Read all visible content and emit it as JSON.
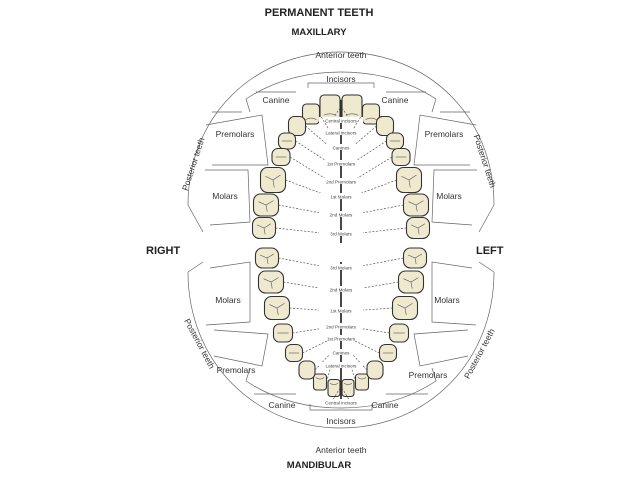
{
  "title": "PERMANENT TEETH",
  "arches": {
    "upper": "MAXILLARY",
    "lower": "MANDIBULAR"
  },
  "sides": {
    "right": "RIGHT",
    "left": "LEFT"
  },
  "group_labels": {
    "anterior": "Anterior teeth",
    "posterior": "Posterior teeth",
    "incisors": "Incisors",
    "canine": "Canine",
    "premolars": "Premolars",
    "molars": "Molars"
  },
  "maxillary_midline_labels": [
    "Central incisors",
    "Lateral incisors",
    "Canines",
    "1st Premolars",
    "2nd Premolars",
    "1st Molars",
    "2nd Molars",
    "3rd Molars"
  ],
  "mandibular_midline_labels": [
    "3rd Molars",
    "2nd Molars",
    "1st Molars",
    "2nd Premolars",
    "1st Premolars",
    "Canines",
    "Lateral incisors",
    "Central incisors"
  ],
  "colors": {
    "tooth_fill": "#efe9cf",
    "outline": "#333333"
  }
}
